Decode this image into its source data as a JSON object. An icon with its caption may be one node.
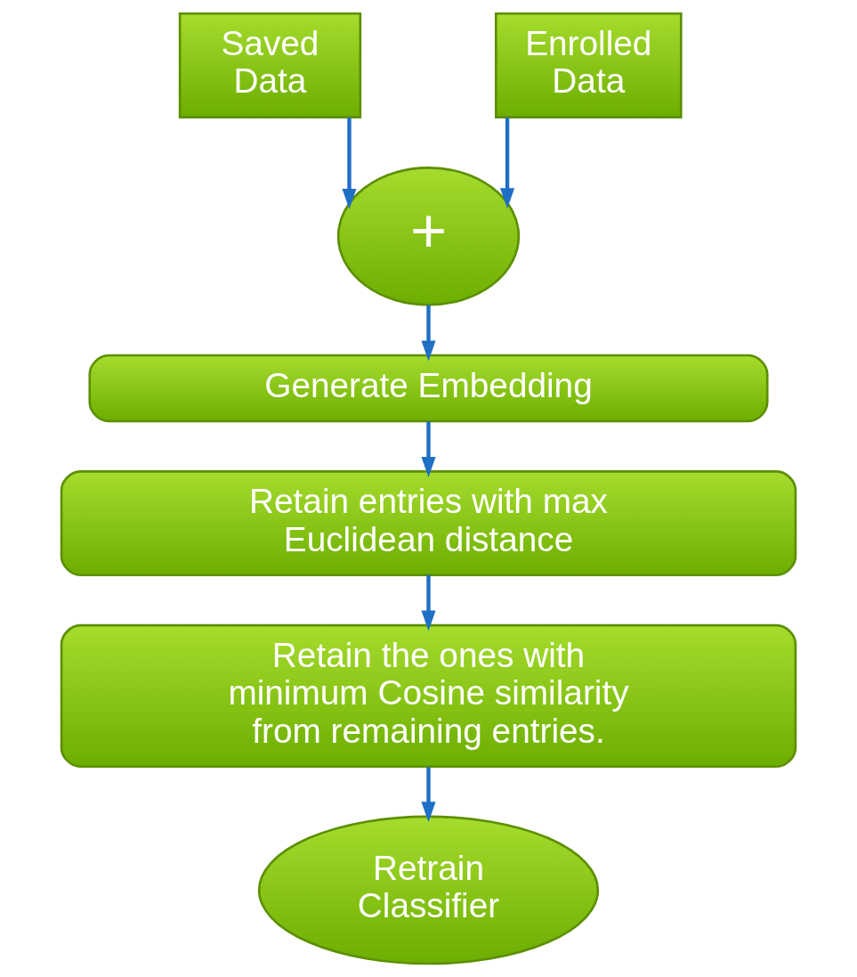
{
  "diagram": {
    "nodes": [
      {
        "text": [
          "Saved Data"
        ]
      },
      {
        "text": [
          "Enrolled Data"
        ]
      },
      {
        "text": [
          "+"
        ]
      },
      {
        "text": [
          "Generate Embedding"
        ]
      },
      {
        "text": [
          "Retain entries with max Euclidean distance"
        ]
      },
      {
        "text": [
          "Retain the ones with minimum Cosine similarity from remaining entries."
        ]
      },
      {
        "text": [
          "Retrain Classifier"
        ]
      }
    ],
    "edges": [
      {
        "from": 0,
        "to": 2,
        "arrow": "to"
      },
      {
        "from": 1,
        "to": 2,
        "arrow": "to"
      },
      {
        "from": 2,
        "to": 3,
        "arrow": "to"
      },
      {
        "from": 3,
        "to": 4,
        "arrow": "to"
      },
      {
        "from": 4,
        "to": 5,
        "arrow": "to"
      },
      {
        "from": 5,
        "to": 6,
        "arrow": "to"
      }
    ]
  }
}
